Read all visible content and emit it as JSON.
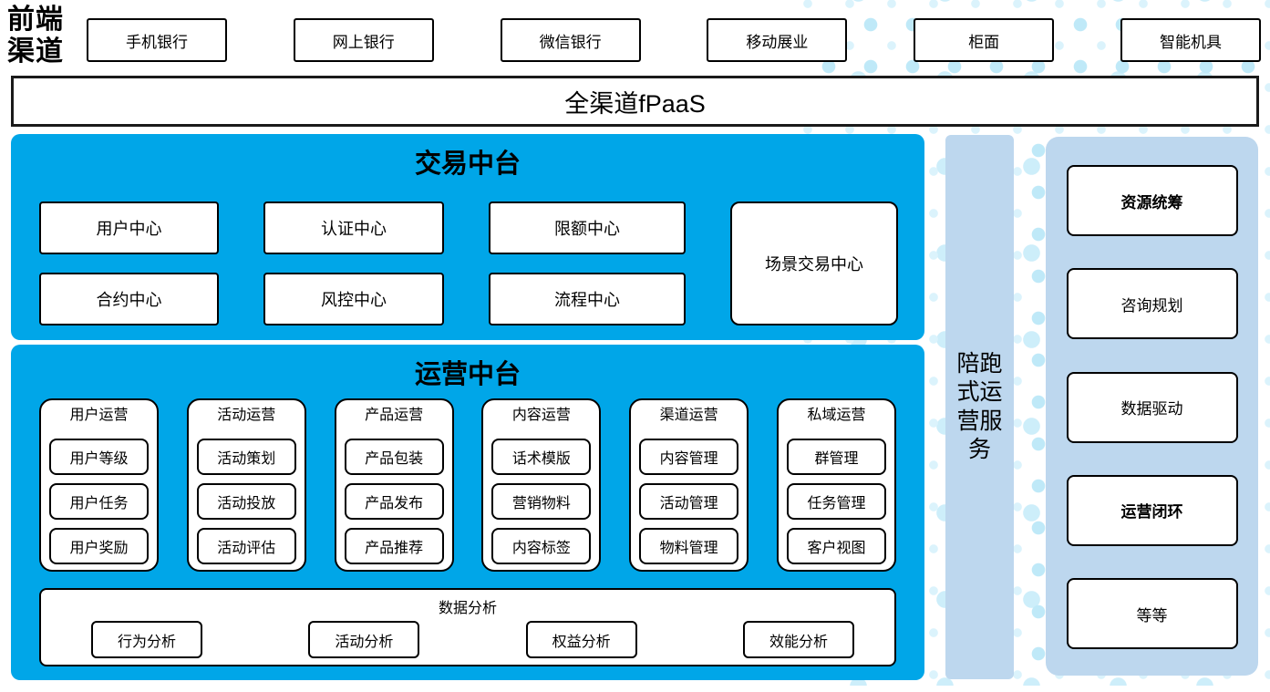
{
  "front_channels": {
    "label": "前端渠道",
    "items": [
      "手机银行",
      "网上银行",
      "微信银行",
      "移动展业",
      "柜面",
      "智能机具"
    ]
  },
  "fpaas": {
    "label": "全渠道fPaaS"
  },
  "trade_platform": {
    "title": "交易中台",
    "row1": [
      "用户中心",
      "认证中心",
      "限额中心"
    ],
    "row2": [
      "合约中心",
      "风控中心",
      "流程中心"
    ],
    "scene_center": "场景交易中心"
  },
  "ops_platform": {
    "title": "运营中台",
    "columns": [
      {
        "title": "用户运营",
        "items": [
          "用户等级",
          "用户任务",
          "用户奖励"
        ]
      },
      {
        "title": "活动运营",
        "items": [
          "活动策划",
          "活动投放",
          "活动评估"
        ]
      },
      {
        "title": "产品运营",
        "items": [
          "产品包装",
          "产品发布",
          "产品推荐"
        ]
      },
      {
        "title": "内容运营",
        "items": [
          "话术模版",
          "营销物料",
          "内容标签"
        ]
      },
      {
        "title": "渠道运营",
        "items": [
          "内容管理",
          "活动管理",
          "物料管理"
        ]
      },
      {
        "title": "私域运营",
        "items": [
          "群管理",
          "任务管理",
          "客户视图"
        ]
      }
    ],
    "data_analysis": {
      "title": "数据分析",
      "items": [
        "行为分析",
        "活动分析",
        "权益分析",
        "效能分析"
      ]
    }
  },
  "side_service": {
    "label": "陪跑式运营服务"
  },
  "right_panel": {
    "items": [
      "资源统筹",
      "咨询规划",
      "数据驱动",
      "运营闭环",
      "等等"
    ]
  },
  "colors": {
    "accent_blue": "#00a6e8",
    "light_blue": "#bdd7ee",
    "dot_light": "#dbf3fc",
    "dot_medium": "#bfe9f8"
  }
}
